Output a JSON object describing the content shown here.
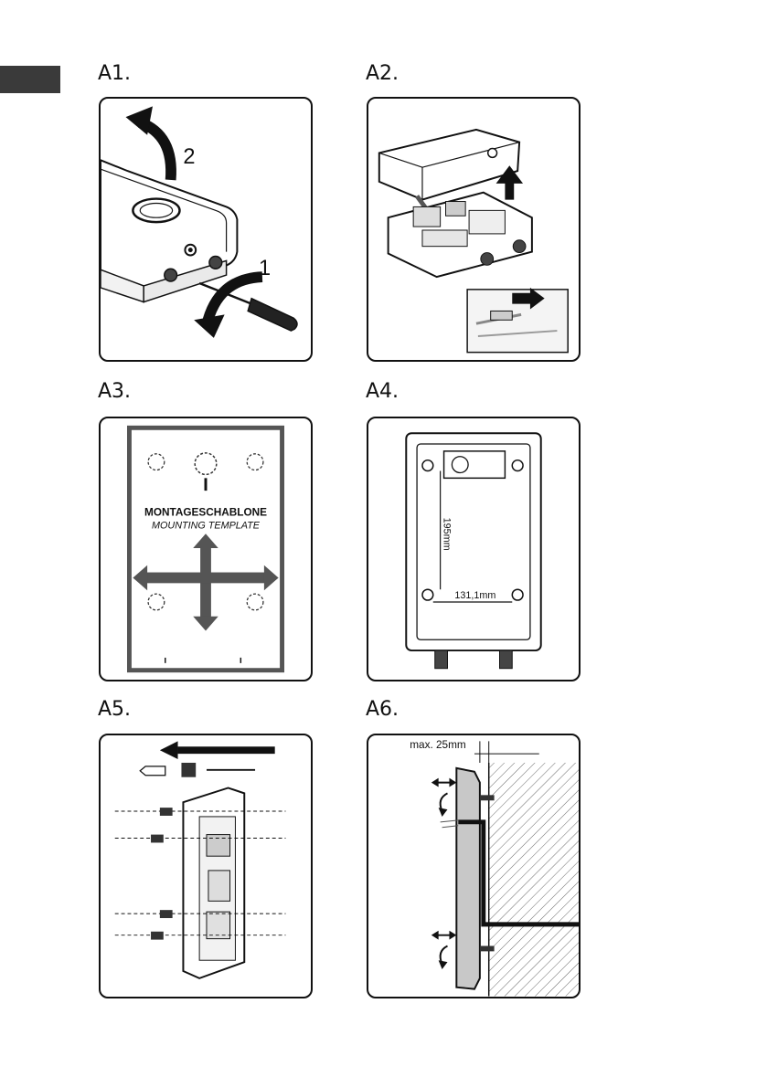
{
  "steps": [
    {
      "id": "A1",
      "label": "A1.",
      "callouts": [
        "1",
        "2"
      ]
    },
    {
      "id": "A2",
      "label": "A2."
    },
    {
      "id": "A3",
      "label": "A3.",
      "template": {
        "title": "MONTAGESCHABLONE",
        "subtitle": "MOUNTING TEMPLATE"
      }
    },
    {
      "id": "A4",
      "label": "A4.",
      "dims": {
        "height": "195mm",
        "width": "131,1mm"
      }
    },
    {
      "id": "A5",
      "label": "A5."
    },
    {
      "id": "A6",
      "label": "A6.",
      "dims": {
        "max_gap": "max. 25mm"
      }
    }
  ]
}
